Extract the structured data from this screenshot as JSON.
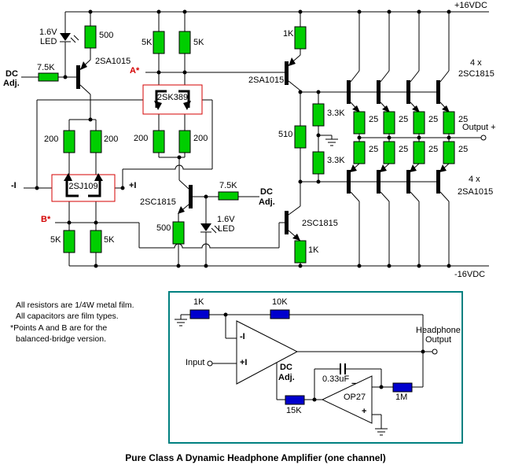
{
  "colors": {
    "resistor_green": "#00CE00",
    "resistor_blue": "#0000CE",
    "highlight_red": "#D40000",
    "box_teal": "#008080",
    "wire": "#000000",
    "background": "#FFFFFF"
  },
  "rails": {
    "top": "+16VDC",
    "bottom": "-16VDC"
  },
  "input_stage": {
    "led_voltage": "1.6V",
    "led": "LED",
    "r500": "500",
    "r7k5": "7.5K",
    "dc_adj": [
      "DC",
      "Adj."
    ],
    "q_pnp": "2SA1015",
    "r5k": "5K",
    "point_a": "A*",
    "dual_nfet": "2SK389",
    "r200": "200",
    "inv_in": "-I",
    "noninv_in": "+I",
    "dual_pfet": "2SJ109",
    "point_b": "B*",
    "q_npn": "2SC1815"
  },
  "vas": {
    "r1k": "1K",
    "q_top": "2SA1015",
    "r510": "510",
    "r3k3": "3.3K",
    "q_bot": "2SC1815"
  },
  "output_stage": {
    "count": "4 x",
    "npn": "2SC1815",
    "pnp": "2SA1015",
    "r25": "25",
    "output": "Output +"
  },
  "servo": {
    "r1k": "1K",
    "r10k": "10K",
    "inv": "-I",
    "noninv": "+I",
    "input": "Input",
    "dc_adj": [
      "DC",
      "Adj."
    ],
    "r15k": "15K",
    "cap": "0.33uF",
    "opamp": "OP27",
    "minus": "−",
    "plus": "+",
    "r1m": "1M",
    "headphone": [
      "Headphone",
      "Output"
    ]
  },
  "notes": [
    "All resistors are 1/4W metal film.",
    "All capacitors are film types.",
    "*Points A and B are for the",
    "balanced-bridge version."
  ],
  "title": "Pure Class A Dynamic Headphone Amplifier (one channel)"
}
